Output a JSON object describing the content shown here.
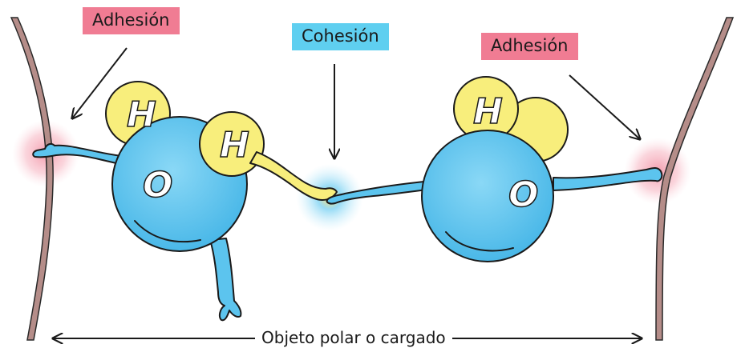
{
  "labels": {
    "adhesion_left": "Adhesión",
    "cohesion": "Cohesión",
    "adhesion_right": "Adhesión",
    "bottom": "Objeto polar o cargado"
  },
  "atoms": {
    "hydrogen": "H",
    "oxygen": "O"
  },
  "colors": {
    "adhesion_tag": "#f07c93",
    "cohesion_tag": "#5fcff0",
    "oxygen": "#5cc4ee",
    "hydrogen": "#f8ee7c",
    "wall": "#b08a86"
  }
}
